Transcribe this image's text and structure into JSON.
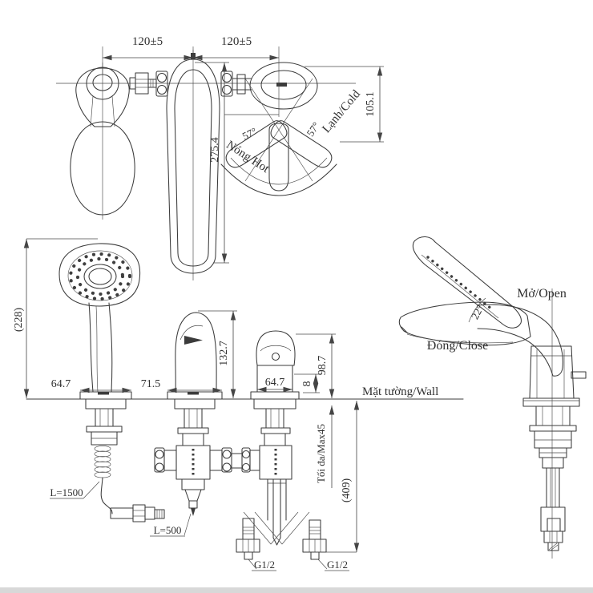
{
  "colors": {
    "line": "#3b3b3b",
    "dim": "#454545",
    "text": "#303030",
    "background": "#ffffff"
  },
  "top_view": {
    "dim_spacing_left": "120±5",
    "dim_spacing_right": "120±5",
    "dim_spout_reach": "275.4",
    "dim_handle_reach": "105.1",
    "angle_hot": "57°",
    "angle_cold": "57°",
    "label_hot": "Nóng/Hot",
    "label_cold": "Lạnh/Cold"
  },
  "front_view": {
    "dim_overall_height": "(228)",
    "dim_shower_base_width": "64.7",
    "dim_spout_base_width": "71.5",
    "dim_spout_height": "132.7",
    "dim_handle_base_width": "64.7",
    "dim_outlet_offset": "8",
    "dim_handle_height": "98.7",
    "label_wall": "Mặt tường/Wall",
    "dim_max_deck": "Tối đa/Max45",
    "dim_below_wall": "(409)",
    "label_hose_length": "L=1500",
    "label_connector_length": "L=500",
    "label_thread_left": "G1/2",
    "label_thread_right": "G1/2"
  },
  "side_view": {
    "label_open": "Mở/Open",
    "label_close": "Đóng/Close",
    "angle_open": "22°"
  }
}
